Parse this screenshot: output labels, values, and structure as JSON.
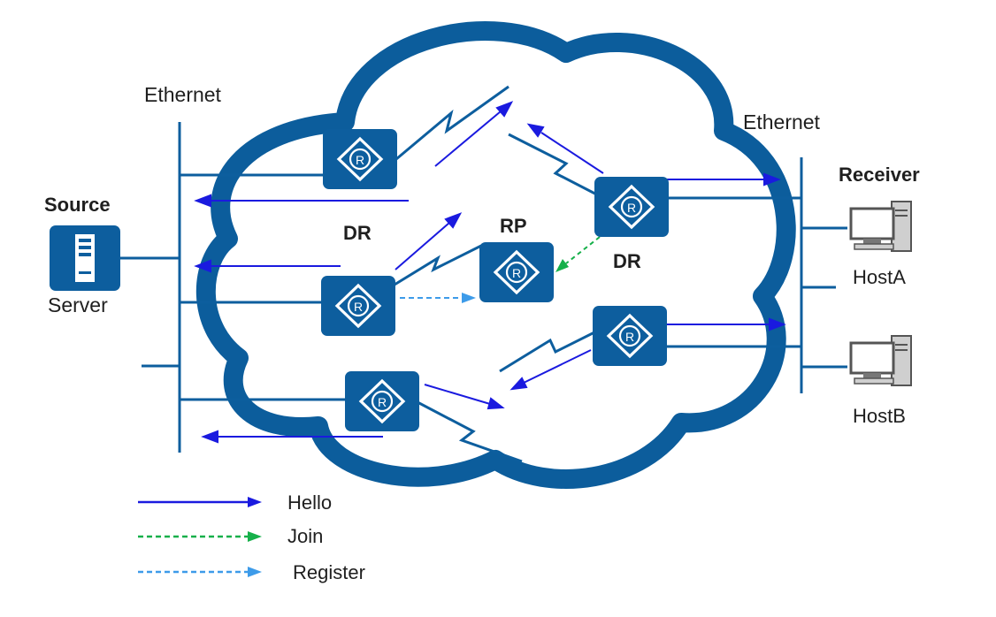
{
  "labels": {
    "ethernet_left": "Ethernet",
    "ethernet_right": "Ethernet",
    "source": "Source",
    "server": "Server",
    "receiver": "Receiver",
    "host_a": "HostA",
    "host_b": "HostB",
    "dr_left": "DR",
    "rp": "RP",
    "dr_right": "DR",
    "router_glyph": "R"
  },
  "legend": [
    {
      "label": "Hello",
      "style": "solid",
      "color": "#1a1adf"
    },
    {
      "label": "Join",
      "style": "dashed",
      "color": "#16b04a"
    },
    {
      "label": "Register",
      "style": "dashed",
      "color": "#3d9be9"
    }
  ],
  "colors": {
    "cloud": "#0c5d9c",
    "router": "#0d5e9e",
    "link": "#0d5e9e",
    "hello": "#1a1adf",
    "join": "#16b04a",
    "register": "#3d9be9"
  }
}
